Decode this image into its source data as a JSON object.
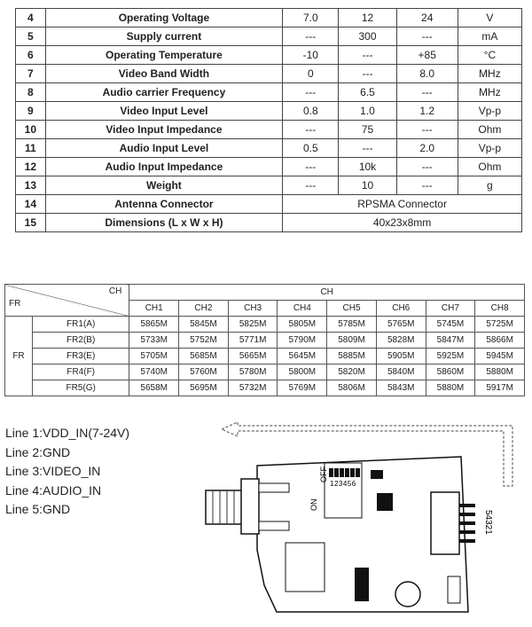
{
  "spec_table": {
    "rows": [
      {
        "no": "4",
        "param": "Operating Voltage",
        "min": "7.0",
        "typ": "12",
        "max": "24",
        "unit": "V"
      },
      {
        "no": "5",
        "param": "Supply current",
        "min": "---",
        "typ": "300",
        "max": "---",
        "unit": "mA"
      },
      {
        "no": "6",
        "param": "Operating Temperature",
        "min": "-10",
        "typ": "---",
        "max": "+85",
        "unit": "°C"
      },
      {
        "no": "7",
        "param": "Video Band Width",
        "min": "0",
        "typ": "---",
        "max": "8.0",
        "unit": "MHz"
      },
      {
        "no": "8",
        "param": "Audio carrier Frequency",
        "min": "---",
        "typ": "6.5",
        "max": "---",
        "unit": "MHz"
      },
      {
        "no": "9",
        "param": "Video Input Level",
        "min": "0.8",
        "typ": "1.0",
        "max": "1.2",
        "unit": "Vp-p"
      },
      {
        "no": "10",
        "param": "Video Input Impedance",
        "min": "---",
        "typ": "75",
        "max": "---",
        "unit": "Ohm"
      },
      {
        "no": "11",
        "param": "Audio Input Level",
        "min": "0.5",
        "typ": "---",
        "max": "2.0",
        "unit": "Vp-p"
      },
      {
        "no": "12",
        "param": "Audio Input Impedance",
        "min": "---",
        "typ": "10k",
        "max": "---",
        "unit": "Ohm"
      },
      {
        "no": "13",
        "param": "Weight",
        "min": "---",
        "typ": "10",
        "max": "---",
        "unit": "g"
      }
    ],
    "merged_rows": [
      {
        "no": "14",
        "param": "Antenna Connector",
        "value": "RPSMA Connector"
      },
      {
        "no": "15",
        "param": "Dimensions  (L x W x H)",
        "value": "40x23x8mm"
      }
    ]
  },
  "freq_table": {
    "corner_ch": "CH",
    "corner_fr": "FR",
    "ch_header": "CH",
    "fr_label": "FR",
    "channels": [
      "CH1",
      "CH2",
      "CH3",
      "CH4",
      "CH5",
      "CH6",
      "CH7",
      "CH8"
    ],
    "rows": [
      {
        "band": "FR1(A)",
        "values": [
          "5865M",
          "5845M",
          "5825M",
          "5805M",
          "5785M",
          "5765M",
          "5745M",
          "5725M"
        ]
      },
      {
        "band": "FR2(B)",
        "values": [
          "5733M",
          "5752M",
          "5771M",
          "5790M",
          "5809M",
          "5828M",
          "5847M",
          "5866M"
        ]
      },
      {
        "band": "FR3(E)",
        "values": [
          "5705M",
          "5685M",
          "5665M",
          "5645M",
          "5885M",
          "5905M",
          "5925M",
          "5945M"
        ]
      },
      {
        "band": "FR4(F)",
        "values": [
          "5740M",
          "5760M",
          "5780M",
          "5800M",
          "5820M",
          "5840M",
          "5860M",
          "5880M"
        ]
      },
      {
        "band": "FR5(G)",
        "values": [
          "5658M",
          "5695M",
          "5732M",
          "5769M",
          "5806M",
          "5843M",
          "5880M",
          "5917M"
        ]
      }
    ]
  },
  "pinout": {
    "lines": [
      "Line 1:VDD_IN(7-24V)",
      "Line 2:GND",
      "Line 3:VIDEO_IN",
      "Line 4:AUDIO_IN",
      "Line 5:GND"
    ],
    "dip_off": "OFF",
    "dip_on": "ON",
    "dip_numbers": "123456",
    "pin_numbers": "54321"
  }
}
